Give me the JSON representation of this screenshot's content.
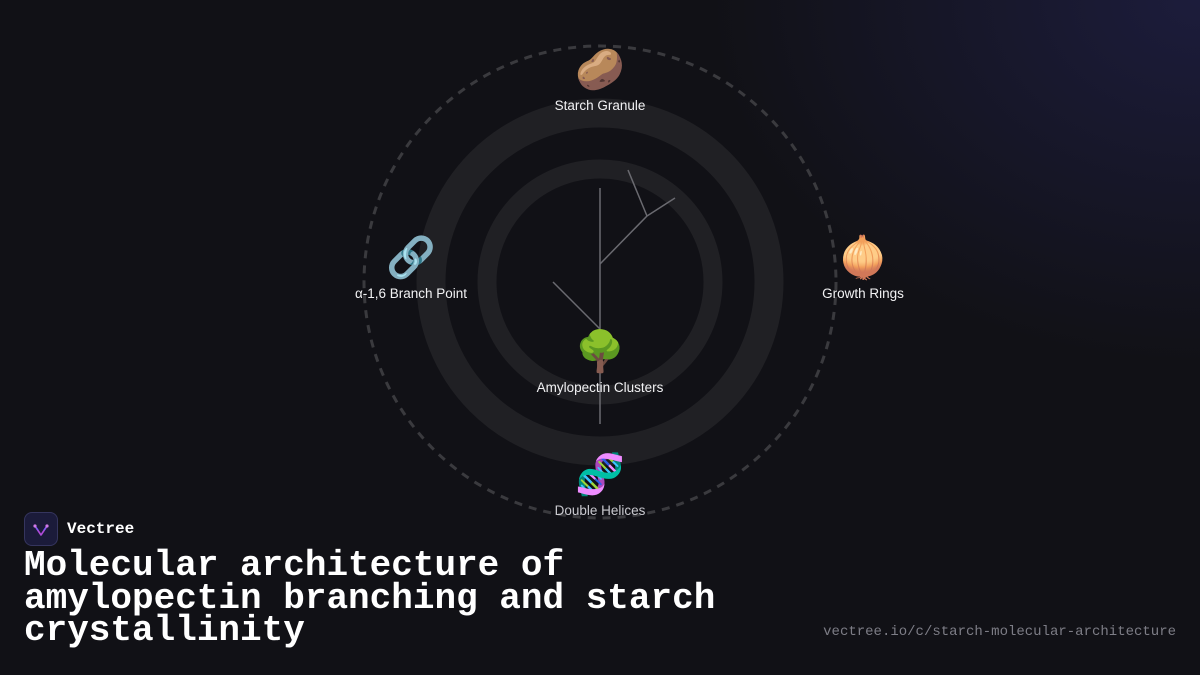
{
  "nodes": {
    "top": {
      "emoji": "🥔",
      "label": "Starch Granule",
      "icon": "potato-icon"
    },
    "left": {
      "emoji": "🔗",
      "label": "α-1,6 Branch Point",
      "icon": "link-icon"
    },
    "right": {
      "emoji": "🧅",
      "label": "Growth Rings",
      "icon": "onion-icon"
    },
    "center": {
      "emoji": "🌳",
      "label": "Amylopectin Clusters",
      "icon": "tree-icon"
    },
    "bottom": {
      "emoji": "🧬",
      "label": "Double Helices",
      "icon": "dna-icon"
    }
  },
  "brand": {
    "name": "Vectree",
    "logo_icon": "vectree-logo-icon"
  },
  "title": "Molecular architecture of amylopectin branching and starch crystallinity",
  "url": "vectree.io/c/starch-molecular-architecture",
  "colors": {
    "background": "#111116",
    "ring": "#202024",
    "dashed_ring": "#3a3a3e",
    "branch_lines": "#6a6a70",
    "logo_accent": "#b04bd8"
  }
}
